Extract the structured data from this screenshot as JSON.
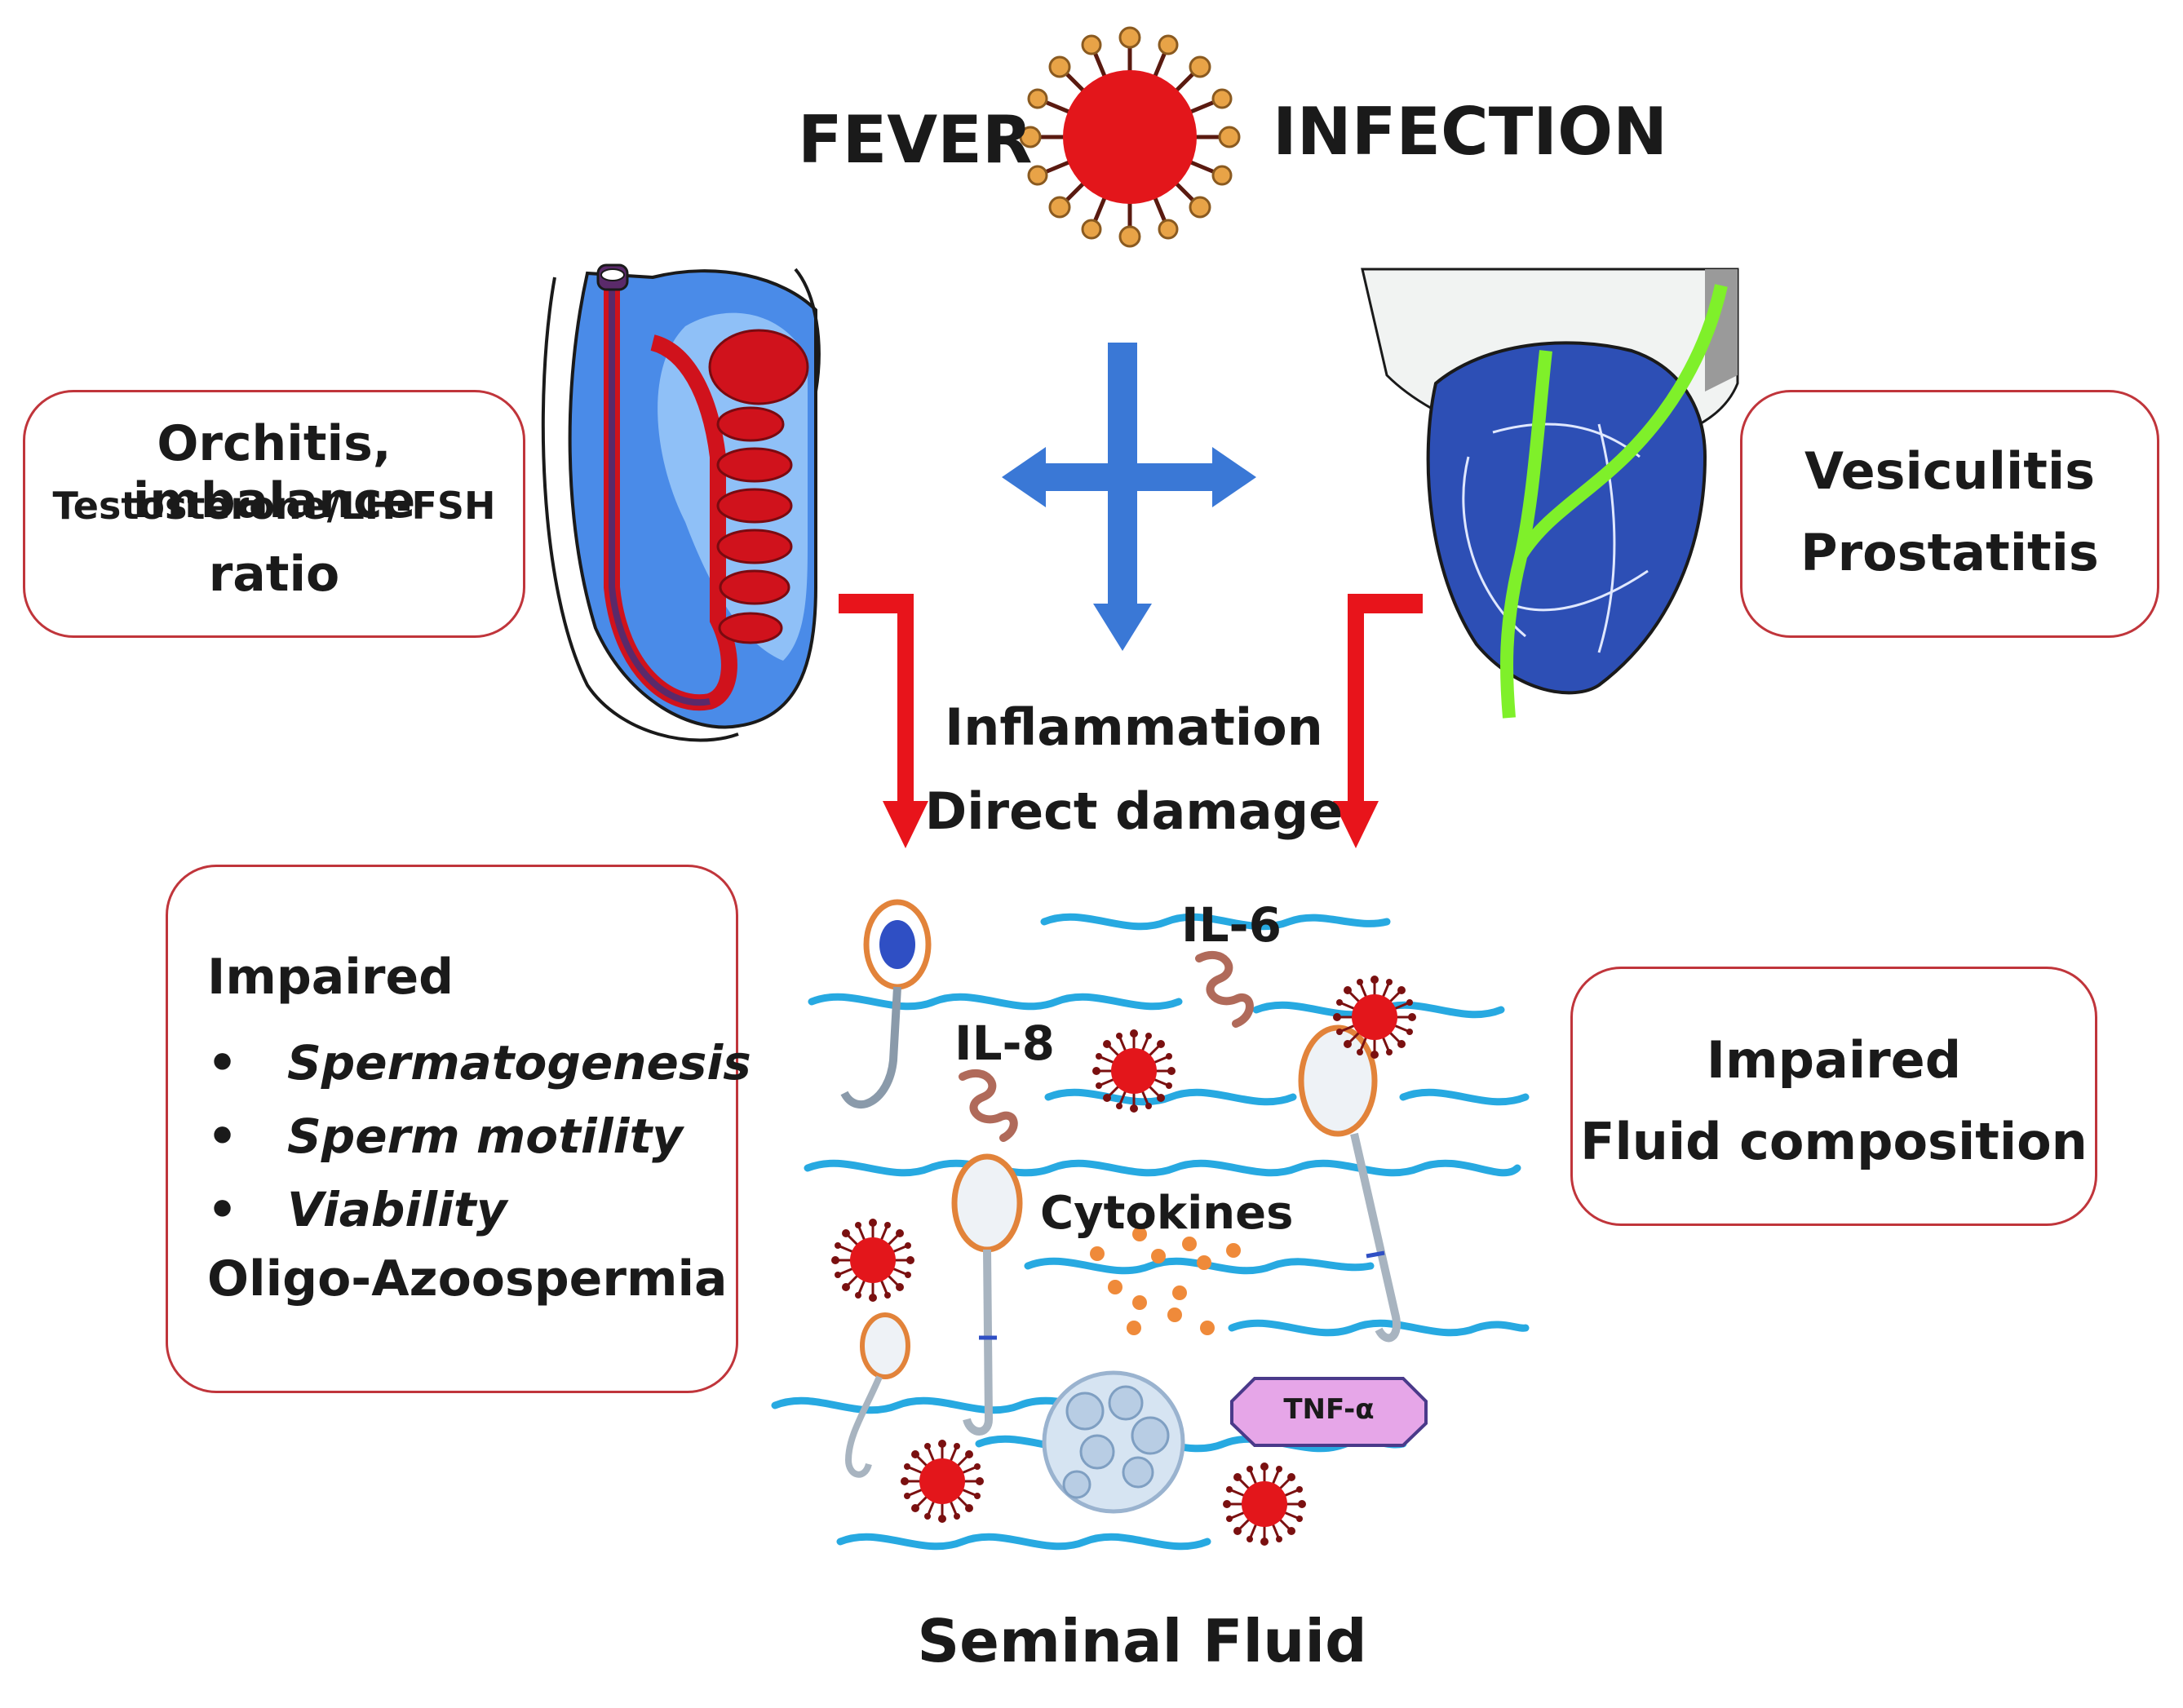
{
  "top": {
    "left_label": "FEVER",
    "right_label": "INFECTION"
  },
  "boxes": {
    "testis": {
      "line1": "Orchitis, imbalance",
      "line2": "Testosterone/LH-FSH",
      "line3": "ratio"
    },
    "prostate": {
      "line1": "Vesiculitis",
      "line2": "Prostatitis"
    },
    "sperm": {
      "heading": "Impaired",
      "bullets": [
        "Spermatogenesis",
        "Sperm motility",
        "Viability"
      ],
      "footer": "Oligo-Azoospermia"
    },
    "fluid": {
      "line1": "Impaired",
      "line2": "Fluid composition"
    }
  },
  "center": {
    "line1": "Inflammation",
    "line2": "Direct damage"
  },
  "labels": {
    "il6": "IL-6",
    "il8": "IL-8",
    "cytokines": "Cytokines",
    "tnf": "TNF-α"
  },
  "bottom_title": "Seminal Fluid",
  "colors": {
    "box_border": "#c0353b",
    "arrow_red": "#e8141b",
    "arrow_blue": "#3a78d6",
    "virus_red": "#e3161b",
    "virus_spike": "#e8a347",
    "wave_blue": "#27a9e1",
    "organ_blue": "#2d4fb5",
    "organ_green": "#7ff02a",
    "testis_blue": "#4a8be8",
    "testis_red": "#d0121c",
    "tnf_fill": "#e6a6e8"
  }
}
